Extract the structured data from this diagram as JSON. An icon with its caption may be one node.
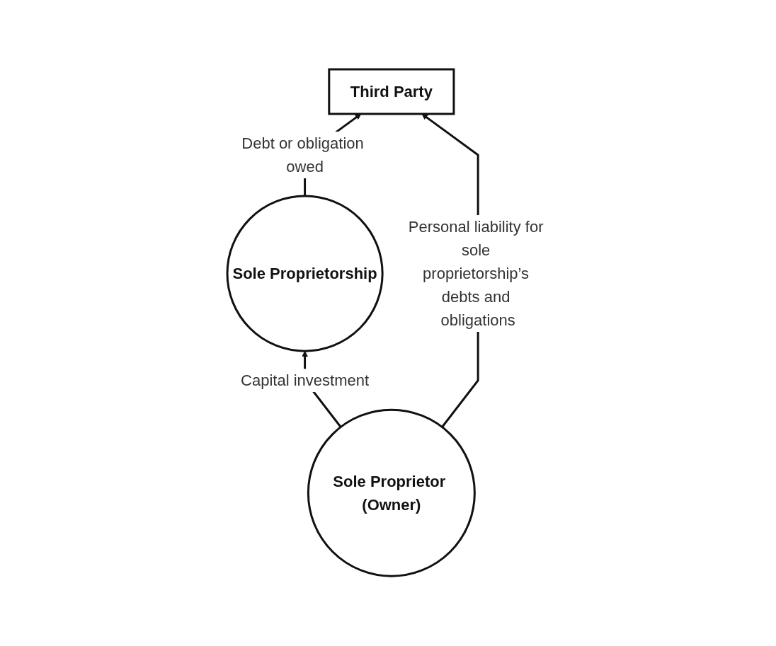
{
  "diagram": {
    "nodes": [
      {
        "text": [
          "Sole Proprietorship"
        ]
      },
      {
        "text": [
          "Third Party"
        ]
      },
      {
        "text": [
          "Sole Proprietor (Owner)"
        ]
      }
    ],
    "edges": [
      {
        "from": 0,
        "to": 1,
        "arrow": "to",
        "label": "Debt or obligation owed"
      },
      {
        "from": 2,
        "to": 0,
        "arrow": "to",
        "label": "Capital investment"
      },
      {
        "from": 2,
        "to": 1,
        "arrow": "to",
        "label": "Personal liability for sole proprietorship’s debts and obligations"
      }
    ]
  }
}
